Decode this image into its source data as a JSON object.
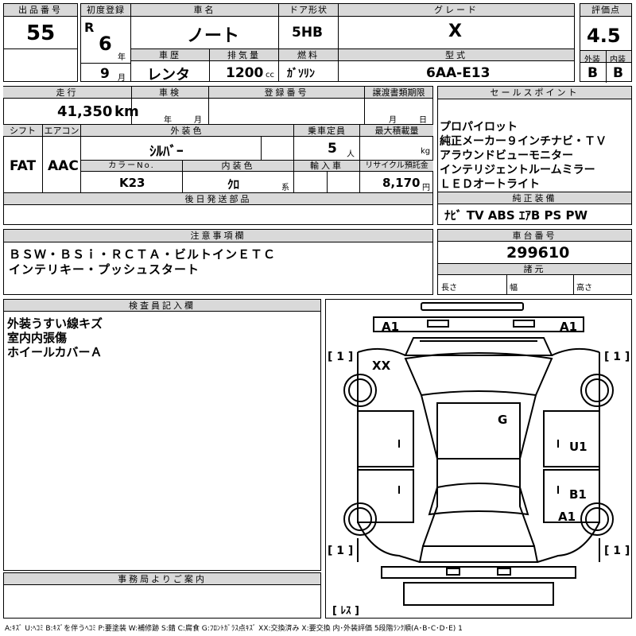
{
  "sheet": {
    "lot_label": "出品番号",
    "lot_value": "55",
    "first_reg_label": "初度登録",
    "era": "R",
    "year_value": "6",
    "year_unit": "年",
    "month_value": "9",
    "month_unit": "月",
    "car_name_label": "車名",
    "car_name": "ノート",
    "history_label": "車歴",
    "history_value": "レンタ",
    "displacement_label": "排気量",
    "displacement_value": "1200",
    "displacement_unit": "cc",
    "door_label": "ドア形状",
    "door_value": "5HB",
    "fuel_label": "燃料",
    "fuel_value": "ｶﾞｿﾘﾝ",
    "grade_label": "グレード",
    "grade_value": "X",
    "model_label": "型式",
    "model_value": "6AA-E13",
    "score_label": "評価点",
    "score_value": "4.5",
    "exterior_label": "外装",
    "exterior_grade": "B",
    "interior_label": "内装",
    "interior_grade": "B",
    "mileage_label": "走行",
    "mileage_value": "41,350",
    "mileage_unit": "km",
    "inspection_label": "車検",
    "inspection_year_unit": "年",
    "inspection_month_unit": "月",
    "registration_label": "登録番号",
    "transfer_label": "譲渡書類期限",
    "transfer_month_unit": "月",
    "transfer_day_unit": "日",
    "shift_label": "シフト",
    "shift_value": "FAT",
    "ac_label": "エアコン",
    "ac_value": "AAC",
    "color_label": "外装色",
    "color_value": "ｼﾙﾊﾞｰ",
    "capacity_label": "乗車定員",
    "capacity_value": "5",
    "capacity_unit": "人",
    "maxload_label": "最大積載量",
    "maxload_unit": "kg",
    "colorno_label": "カラーNo.",
    "colorno_value": "K23",
    "intcolor_label": "内装色",
    "intcolor_value": "ｸﾛ",
    "intcolor_unit": "系",
    "import_label": "輸入車",
    "recycle_label": "リサイクル預託金",
    "recycle_value": "8,170",
    "recycle_unit": "円",
    "later_parts_label": "後日発送部品",
    "sales_label": "セールスポイント",
    "sales_points": [
      "プロパイロット",
      "純正メーカー９インチナビ・ＴＶ",
      "アラウンドビューモニター",
      "インテリジェントルームミラー",
      "ＬＥＤオートライト"
    ],
    "equipment_label": "純正装備",
    "equipment_value": "ﾅﾋﾞ TV ABS ｴｱB PS PW",
    "notes_label": "注意事項欄",
    "notes": [
      "ＢＳＷ・ＢＳｉ・ＲＣＴＡ・ビルトインＥＴＣ",
      "インテリキー・プッシュスタート"
    ],
    "chassis_label": "車台番号",
    "chassis_value": "299610",
    "dims_label": "諸元",
    "length_label": "長さ",
    "width_label": "幅",
    "height_label": "高さ",
    "inspector_label": "検査員記入欄",
    "inspector_notes": [
      "外装うすい線キズ",
      "室内内張傷",
      "ホイールカバーＡ"
    ],
    "office_label": "事務局よりご案内",
    "legend": "A:ｷｽﾞ U:ﾍｺﾐ B:ｷｽﾞを伴うﾍｺﾐ P:要塗装 W:補修跡 S:錆 C:腐食 G:ﾌﾛﾝﾄｶﾞﾗｽ点ｷｽﾞ XX:交換済み X:要交換  内･外装評価  5段階ﾗﾝｸ順(A･B･C･D･E) 1"
  },
  "diagram": {
    "mark_a1_fl": "A1",
    "mark_a1_fr": "A1",
    "mark_xx": "XX",
    "mark_g": "G",
    "mark_u1": "U1",
    "mark_b1": "B1",
    "mark_a1_r": "A1",
    "tire_fl": "[ 1 ]",
    "tire_fr": "[ 1 ]",
    "tire_rl": "[ 1 ]",
    "tire_rr": "[ 1 ]",
    "spare": "[ ﾚｽ ]"
  }
}
